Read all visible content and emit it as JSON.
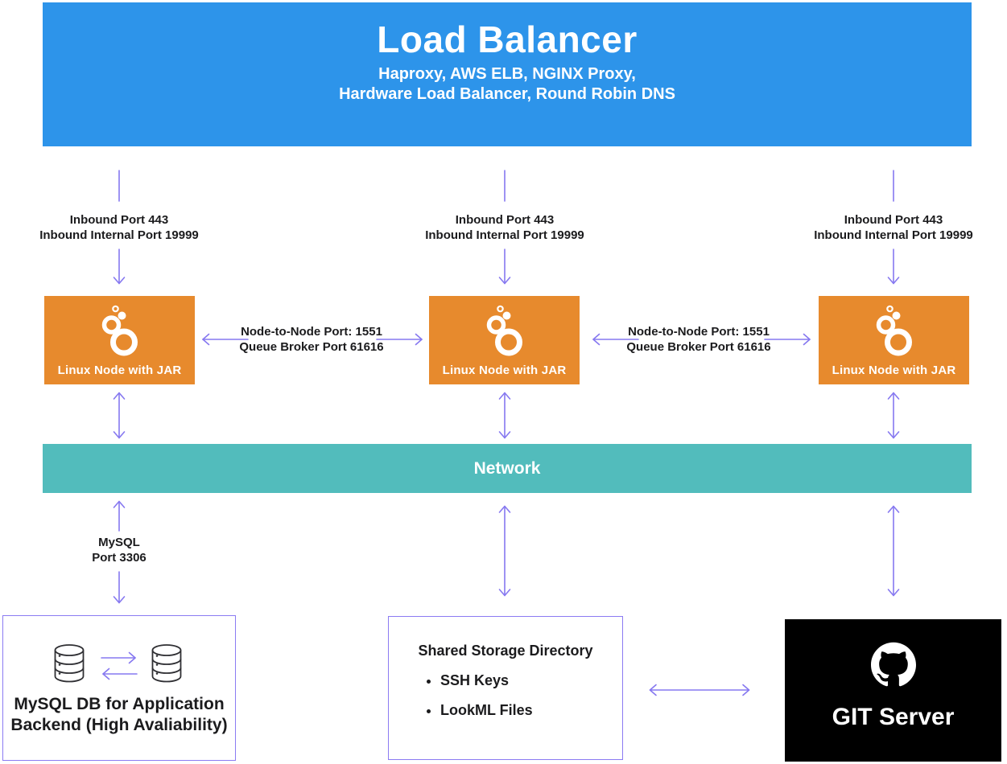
{
  "load_balancer": {
    "title": "Load Balancer",
    "subtitle_line1": "Haproxy, AWS ELB, NGINX Proxy,",
    "subtitle_line2": "Hardware Load Balancer, Round Robin DNS"
  },
  "inbound_labels": [
    {
      "line1": "Inbound Port 443",
      "line2": "Inbound Internal Port 19999"
    },
    {
      "line1": "Inbound Port 443",
      "line2": "Inbound Internal Port 19999"
    },
    {
      "line1": "Inbound Port 443",
      "line2": "Inbound Internal Port 19999"
    }
  ],
  "node_links": [
    {
      "line1": "Node-to-Node Port: 1551",
      "line2": "Queue Broker Port 61616"
    },
    {
      "line1": "Node-to-Node Port: 1551",
      "line2": "Queue Broker Port 61616"
    }
  ],
  "nodes": [
    {
      "label": "Linux Node with JAR"
    },
    {
      "label": "Linux Node with JAR"
    },
    {
      "label": "Linux Node with JAR"
    }
  ],
  "network": {
    "label": "Network"
  },
  "mysql_link": {
    "line1": "MySQL",
    "line2": "Port 3306"
  },
  "mysql_db": {
    "line1": "MySQL DB for Application",
    "line2": "Backend (High Avaliability)"
  },
  "shared_storage": {
    "title": "Shared Storage Directory",
    "items": [
      "SSH Keys",
      "LookML Files"
    ]
  },
  "git_server": {
    "label": "GIT Server"
  },
  "colors": {
    "load_balancer_bg": "#2d94ea",
    "node_bg": "#e78a2d",
    "network_bg": "#52bcbc",
    "arrow": "#8678f0",
    "box_border": "#8b7bf2",
    "git_bg": "#000000",
    "text": "#1b1b1d"
  },
  "icons": {
    "node_icon": "looker-bubbles-icon",
    "mysql_icon": "database-cylinder-icon",
    "git_icon": "github-octocat-icon"
  }
}
